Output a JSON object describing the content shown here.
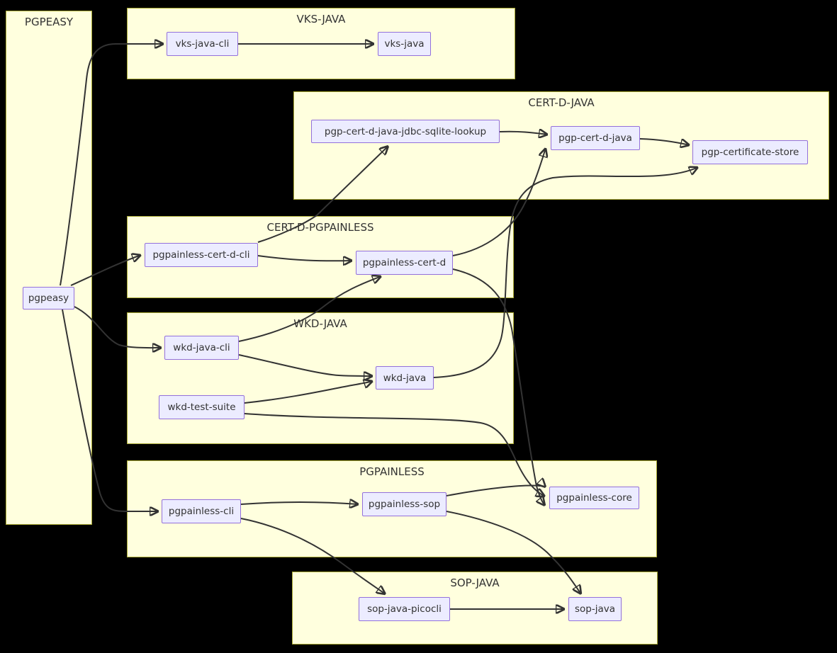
{
  "diagram": {
    "type": "dependency-graph",
    "colors": {
      "background": "#000000",
      "cluster_fill": "#ffffde",
      "cluster_border": "#aaaa33",
      "node_fill": "#ECECFF",
      "node_border": "#9370DB",
      "edge": "#333333",
      "text": "#333333"
    },
    "clusters": {
      "pgpeasy": {
        "label": "PGPEASY"
      },
      "vks_java": {
        "label": "VKS-JAVA"
      },
      "cert_d_java": {
        "label": "CERT-D-JAVA"
      },
      "cert_d_pgpainless": {
        "label": "CERT-D-PGPAINLESS"
      },
      "wkd_java": {
        "label": "WKD-JAVA"
      },
      "pgpainless": {
        "label": "PGPAINLESS"
      },
      "sop_java": {
        "label": "SOP-JAVA"
      }
    },
    "nodes": {
      "pgpeasy": {
        "label": "pgpeasy",
        "cluster": "PGPEASY"
      },
      "vks_java_cli": {
        "label": "vks-java-cli",
        "cluster": "VKS-JAVA"
      },
      "vks_java": {
        "label": "vks-java",
        "cluster": "VKS-JAVA"
      },
      "pgp_cert_d_java_jdbc_sqlite_lookup": {
        "label": "pgp-cert-d-java-jdbc-sqlite-lookup",
        "cluster": "CERT-D-JAVA"
      },
      "pgp_cert_d_java": {
        "label": "pgp-cert-d-java",
        "cluster": "CERT-D-JAVA"
      },
      "pgp_certificate_store": {
        "label": "pgp-certificate-store",
        "cluster": "CERT-D-JAVA"
      },
      "pgpainless_cert_d_cli": {
        "label": "pgpainless-cert-d-cli",
        "cluster": "CERT-D-PGPAINLESS"
      },
      "pgpainless_cert_d": {
        "label": "pgpainless-cert-d",
        "cluster": "CERT-D-PGPAINLESS"
      },
      "wkd_java_cli": {
        "label": "wkd-java-cli",
        "cluster": "WKD-JAVA"
      },
      "wkd_java": {
        "label": "wkd-java",
        "cluster": "WKD-JAVA"
      },
      "wkd_test_suite": {
        "label": "wkd-test-suite",
        "cluster": "WKD-JAVA"
      },
      "pgpainless_cli": {
        "label": "pgpainless-cli",
        "cluster": "PGPAINLESS"
      },
      "pgpainless_sop": {
        "label": "pgpainless-sop",
        "cluster": "PGPAINLESS"
      },
      "pgpainless_core": {
        "label": "pgpainless-core",
        "cluster": "PGPAINLESS"
      },
      "sop_java_picocli": {
        "label": "sop-java-picocli",
        "cluster": "SOP-JAVA"
      },
      "sop_java": {
        "label": "sop-java",
        "cluster": "SOP-JAVA"
      }
    },
    "edges": [
      {
        "from": "pgpeasy",
        "to": "vks-java-cli"
      },
      {
        "from": "pgpeasy",
        "to": "pgpainless-cert-d-cli"
      },
      {
        "from": "pgpeasy",
        "to": "wkd-java-cli"
      },
      {
        "from": "pgpeasy",
        "to": "pgpainless-cli"
      },
      {
        "from": "vks-java-cli",
        "to": "vks-java"
      },
      {
        "from": "pgp-cert-d-java-jdbc-sqlite-lookup",
        "to": "pgp-cert-d-java"
      },
      {
        "from": "pgp-cert-d-java",
        "to": "pgp-certificate-store"
      },
      {
        "from": "pgpainless-cert-d-cli",
        "to": "pgp-cert-d-java-jdbc-sqlite-lookup"
      },
      {
        "from": "pgpainless-cert-d-cli",
        "to": "pgpainless-cert-d"
      },
      {
        "from": "pgpainless-cert-d",
        "to": "pgp-cert-d-java"
      },
      {
        "from": "pgpainless-cert-d",
        "to": "pgpainless-core"
      },
      {
        "from": "wkd-java-cli",
        "to": "pgpainless-cert-d"
      },
      {
        "from": "wkd-java-cli",
        "to": "wkd-java"
      },
      {
        "from": "wkd-test-suite",
        "to": "wkd-java"
      },
      {
        "from": "wkd-test-suite",
        "to": "pgpainless-core"
      },
      {
        "from": "wkd-java",
        "to": "pgp-certificate-store"
      },
      {
        "from": "pgpainless-cli",
        "to": "pgpainless-sop"
      },
      {
        "from": "pgpainless-cli",
        "to": "sop-java-picocli"
      },
      {
        "from": "pgpainless-sop",
        "to": "pgpainless-core"
      },
      {
        "from": "pgpainless-sop",
        "to": "sop-java"
      },
      {
        "from": "sop-java-picocli",
        "to": "sop-java"
      }
    ]
  }
}
